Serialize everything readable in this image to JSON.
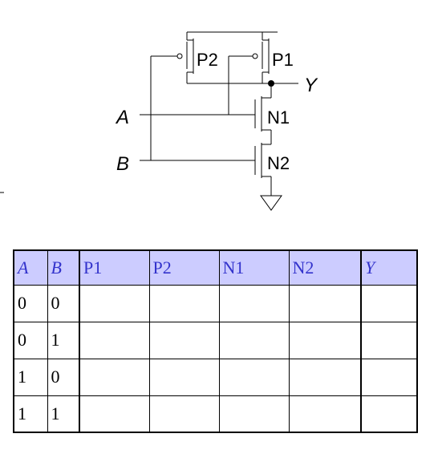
{
  "schematic": {
    "labels": {
      "p2": "P2",
      "p1": "P1",
      "n1": "N1",
      "n2": "N2",
      "y": "Y",
      "a": "A",
      "b": "B"
    }
  },
  "truth_table": {
    "headers": [
      "A",
      "B",
      "P1",
      "P2",
      "N1",
      "N2",
      "Y"
    ],
    "rows": [
      [
        "0",
        "0",
        "",
        "",
        "",
        "",
        ""
      ],
      [
        "0",
        "1",
        "",
        "",
        "",
        "",
        ""
      ],
      [
        "1",
        "0",
        "",
        "",
        "",
        "",
        ""
      ],
      [
        "1",
        "1",
        "",
        "",
        "",
        "",
        ""
      ]
    ]
  }
}
